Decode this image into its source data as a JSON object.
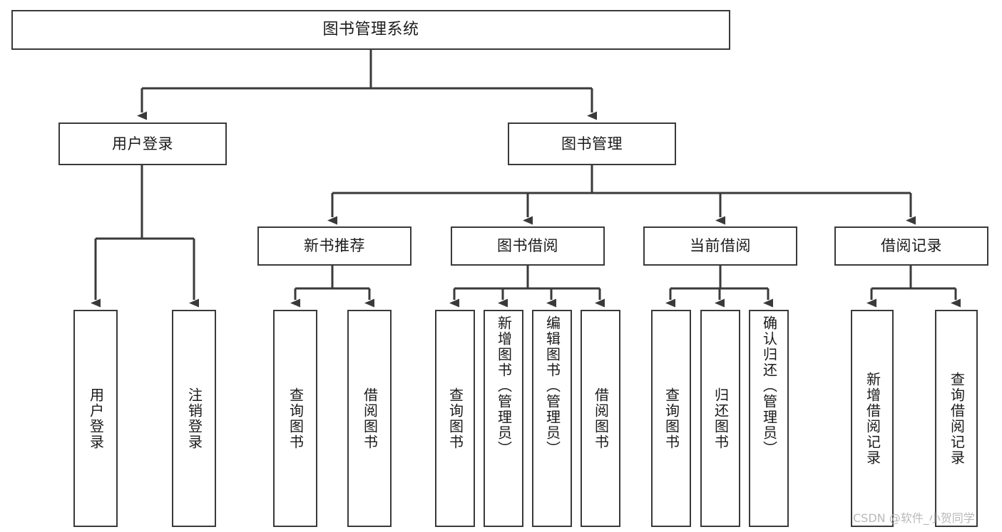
{
  "diagram": {
    "title": "图书管理系统",
    "type": "tree-hierarchy-chart",
    "orientation": "top-down",
    "colors": {
      "background": "#ffffff",
      "node_fill": "#ffffff",
      "node_border": "#3a3a3a",
      "connector": "#3a3a3a",
      "text": "#1a1a1a",
      "watermark": "#b9b9b9"
    },
    "root": {
      "label": "图书管理系统"
    },
    "level2": [
      {
        "label": "用户登录"
      },
      {
        "label": "图书管理"
      }
    ],
    "level3": [
      {
        "label": "新书推荐"
      },
      {
        "label": "图书借阅"
      },
      {
        "label": "当前借阅"
      },
      {
        "label": "借阅记录"
      }
    ],
    "leaves": {
      "user_login": [
        {
          "label": "用户登录"
        },
        {
          "label": "注销登录"
        }
      ],
      "new_book_recommend": [
        {
          "label": "查询图书"
        },
        {
          "label": "借阅图书"
        }
      ],
      "book_borrow": [
        {
          "label": "查询图书"
        },
        {
          "label": "新增图书（管理员）"
        },
        {
          "label": "编辑图书（管理员）"
        },
        {
          "label": "借阅图书"
        }
      ],
      "current_borrow": [
        {
          "label": "查询图书"
        },
        {
          "label": "归还图书"
        },
        {
          "label": "确认归还（管理员）"
        }
      ],
      "borrow_record": [
        {
          "label": "新增借阅记录"
        },
        {
          "label": "查询借阅记录"
        }
      ]
    }
  },
  "watermark": {
    "text": "CSDN @软件_小贺同学"
  }
}
